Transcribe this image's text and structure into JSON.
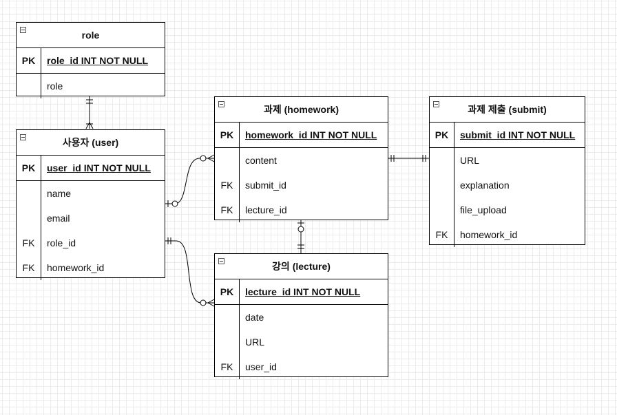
{
  "entities": {
    "role": {
      "title": "role",
      "pk": {
        "key": "PK",
        "field": "role_id INT NOT NULL"
      },
      "fields": [
        {
          "key": "",
          "name": "role"
        }
      ]
    },
    "user": {
      "title": "사용자 (user)",
      "pk": {
        "key": "PK",
        "field": "user_id INT NOT NULL"
      },
      "fields": [
        {
          "key": "",
          "name": "name"
        },
        {
          "key": "",
          "name": "email"
        },
        {
          "key": "FK",
          "name": "role_id"
        },
        {
          "key": "FK",
          "name": "homework_id"
        }
      ]
    },
    "homework": {
      "title": "과제 (homework)",
      "pk": {
        "key": "PK",
        "field": "homework_id INT NOT NULL"
      },
      "fields": [
        {
          "key": "",
          "name": "content"
        },
        {
          "key": "FK",
          "name": "submit_id"
        },
        {
          "key": "FK",
          "name": "lecture_id"
        }
      ]
    },
    "lecture": {
      "title": "강의 (lecture)",
      "pk": {
        "key": "PK",
        "field": "lecture_id INT NOT NULL"
      },
      "fields": [
        {
          "key": "",
          "name": "date"
        },
        {
          "key": "",
          "name": "URL"
        },
        {
          "key": "FK",
          "name": "user_id"
        }
      ]
    },
    "submit": {
      "title": "과제 제출 (submit)",
      "pk": {
        "key": "PK",
        "field": "submit_id INT NOT NULL"
      },
      "fields": [
        {
          "key": "",
          "name": "URL"
        },
        {
          "key": "",
          "name": "explanation"
        },
        {
          "key": "",
          "name": "file_upload"
        },
        {
          "key": "FK",
          "name": "homework_id"
        }
      ]
    }
  },
  "relationships": [
    {
      "from": "role",
      "to": "user",
      "from_end": "one-and-only-one",
      "to_end": "one-or-many"
    },
    {
      "from": "user",
      "to": "homework",
      "from_end": "zero-or-one",
      "to_end": "zero-or-many"
    },
    {
      "from": "homework",
      "to": "submit",
      "from_end": "one-and-only-one",
      "to_end": "one-and-only-one"
    },
    {
      "from": "homework",
      "to": "lecture",
      "from_end": "zero-or-one",
      "to_end": "one-and-only-one"
    },
    {
      "from": "user",
      "to": "lecture",
      "from_end": "one-and-only-one",
      "to_end": "zero-or-many"
    }
  ]
}
